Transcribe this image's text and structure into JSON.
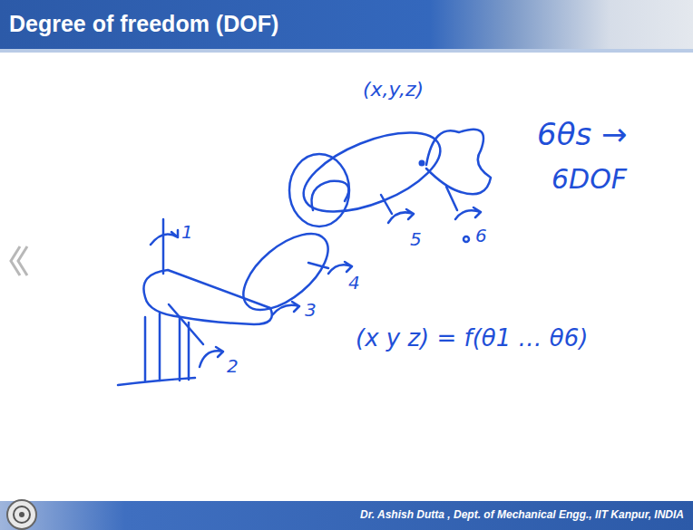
{
  "diagram": {
    "title": "Degree of freedom (DOF)",
    "labels": [
      "(x,y,z)",
      "6θs →",
      "6DOF",
      "1",
      "2",
      "3",
      "4",
      "5",
      "6",
      "(x y z) = f(θ1 … θ6)",
      "Dr. Ashish Dutta , Dept. of Mechanical Engg., IIT Kanpur, INDIA"
    ]
  }
}
